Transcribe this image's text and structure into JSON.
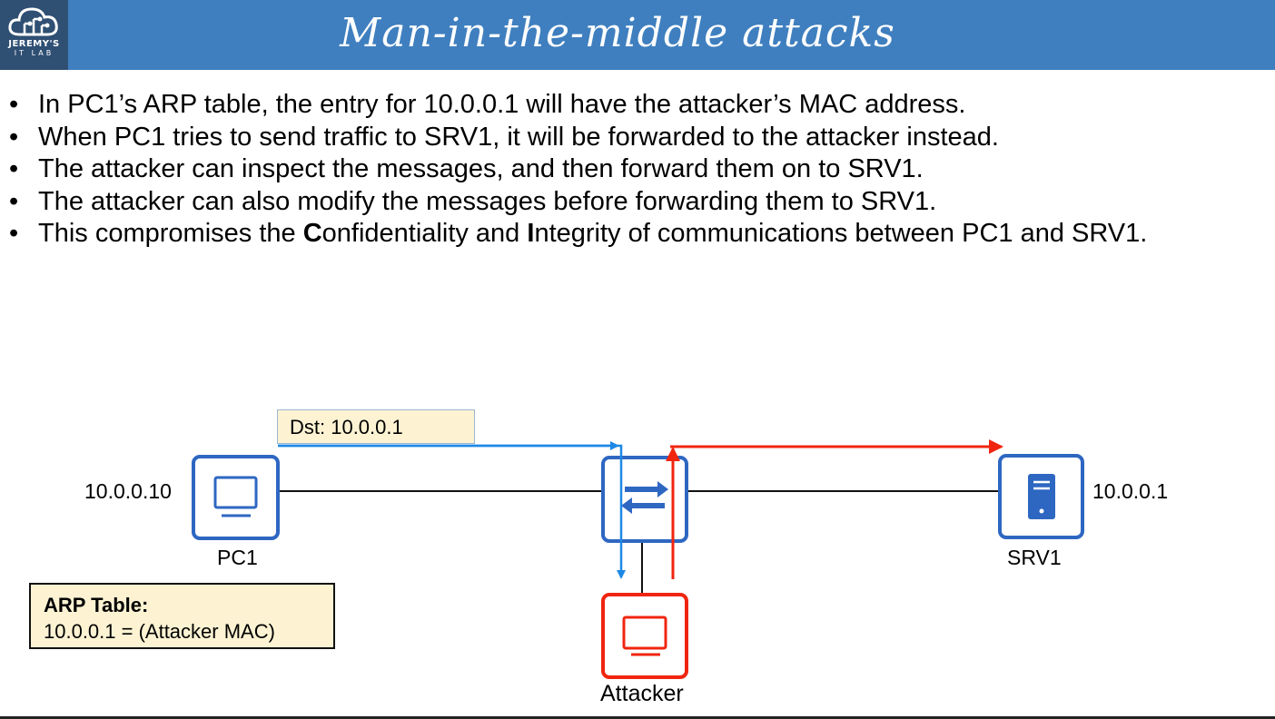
{
  "logo": {
    "line1": "JEREMY'S",
    "line2": "IT LAB"
  },
  "title": "Man-in-the-middle attacks",
  "bullets": [
    {
      "pre": "In PC1’s ARP table, the entry for 10.0.0.1 will have the attacker’s MAC address."
    },
    {
      "pre": "When PC1 tries to send traffic to SRV1, it will be forwarded to the attacker instead."
    },
    {
      "pre": "The attacker can inspect the messages, and then forward them on to SRV1."
    },
    {
      "pre": "The attacker can also modify the messages before forwarding them to SRV1."
    },
    {
      "pre": "This compromises the ",
      "b1": "C",
      "mid1": "onfidentiality and ",
      "b2": "I",
      "post": "ntegrity of communications between PC1 and SRV1."
    }
  ],
  "diagram": {
    "pc1": {
      "label": "PC1",
      "ip": "10.0.0.10"
    },
    "srv1": {
      "label": "SRV1",
      "ip": "10.0.0.1"
    },
    "attacker": {
      "label": "Attacker"
    },
    "packet": {
      "label": "Dst: 10.0.0.1"
    },
    "arp_table": {
      "title": "ARP Table:",
      "entry": "10.0.0.1 = (Attacker MAC)"
    },
    "colors": {
      "device_blue": "#2e67c2",
      "attacker_red": "#f02510",
      "flow_blue": "#1e88e5",
      "flow_red": "#f02510",
      "note_fill": "#fdf3d3"
    }
  }
}
